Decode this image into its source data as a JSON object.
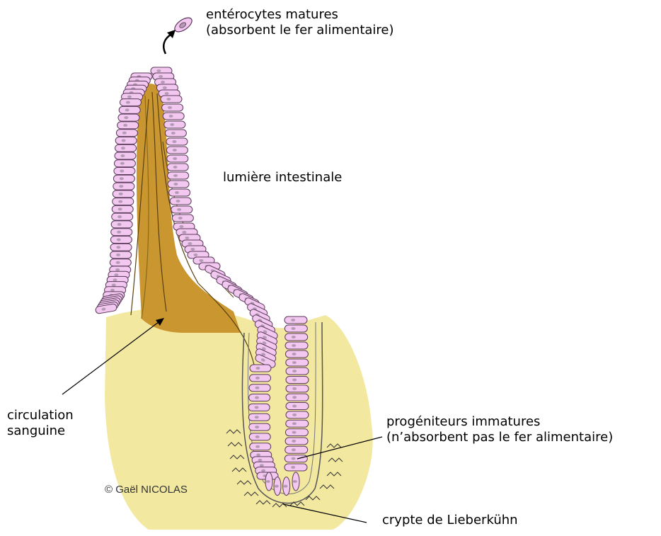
{
  "labels": {
    "mature_line1": "entérocytes matures",
    "mature_line2": "(absorbent le fer alimentaire)",
    "lumen": "lumière intestinale",
    "circulation_line1": "circulation",
    "circulation_line2": "sanguine",
    "progenitors_line1": "progéniteurs immatures",
    "progenitors_line2": "(n’absorbent pas le fer alimentaire)",
    "crypt": "crypte de Lieberkühn"
  },
  "copyright": "© Gaël NICOLAS",
  "colors": {
    "mucosa": "#f2e8a0",
    "vessel": "#c9962f",
    "cell": "#f2c8f0",
    "cell_outline": "#5a3a5a",
    "nucleus": "#b59ab5",
    "basement": "#aaaaaa"
  }
}
